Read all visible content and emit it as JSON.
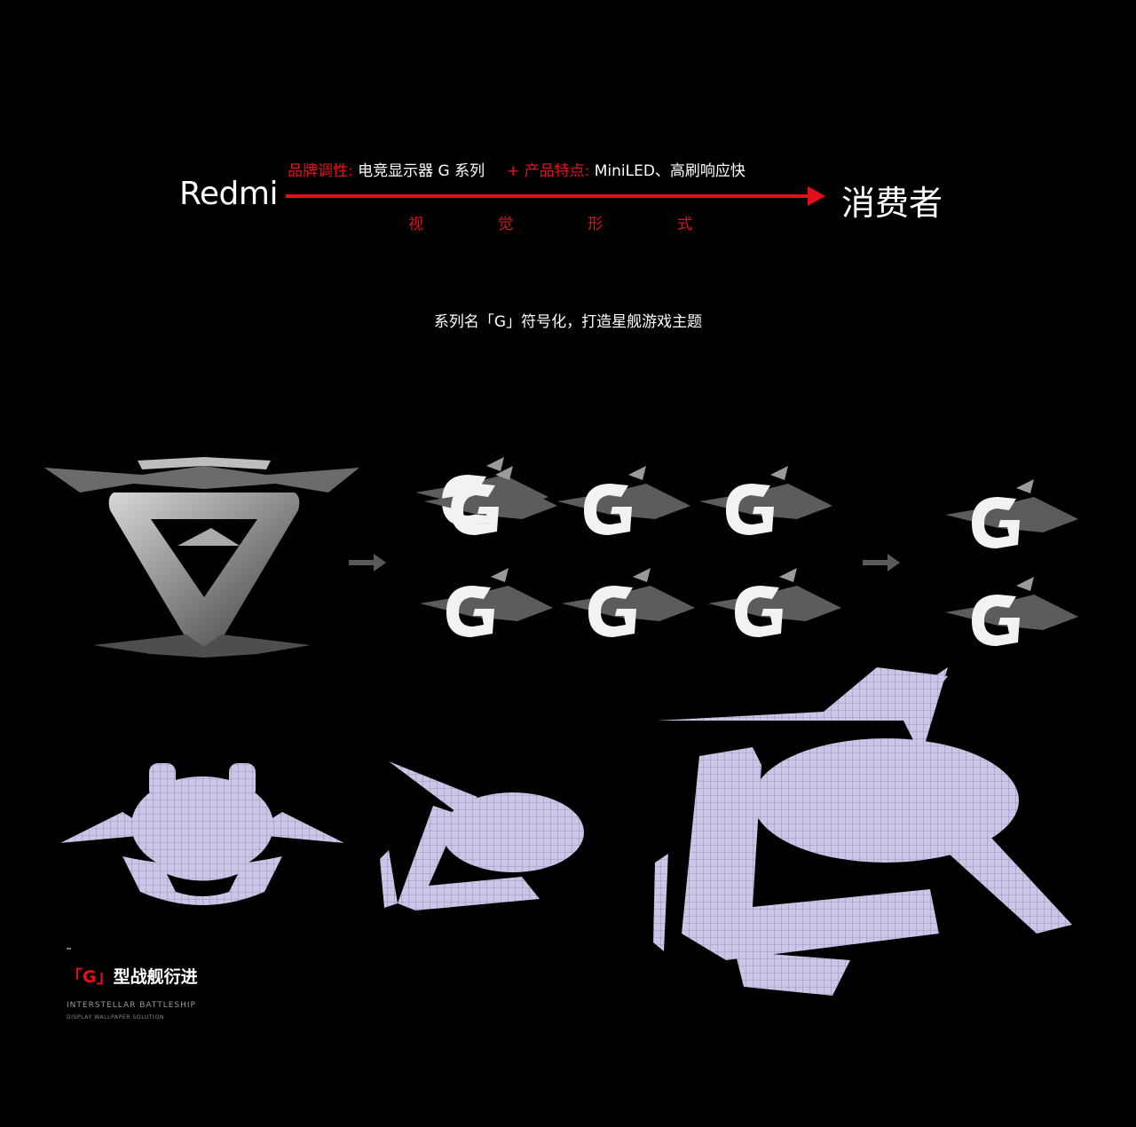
{
  "header": {
    "brand": "Redmi",
    "tone_label": "品牌调性:",
    "tone_value": "电竞显示器 G 系列",
    "feature_label": "+ 产品特点:",
    "feature_value": "MiniLED、高刷响应快",
    "target": "消费者",
    "visual_chars": [
      "视",
      "觉",
      "形",
      "式"
    ]
  },
  "tagline": "系列名「G」符号化，打造星舰游戏主题",
  "caption": {
    "title_bracket": "「G」",
    "title_text": "型战舰衍进",
    "subtitle": "INTERSTELLAR BATTLESHIP",
    "subtitle2": "DISPLAY WALLPAPER SOLUTION"
  },
  "colors": {
    "accent": "#e3101c",
    "background": "#000000",
    "wireframe": "#a9a4d6"
  }
}
